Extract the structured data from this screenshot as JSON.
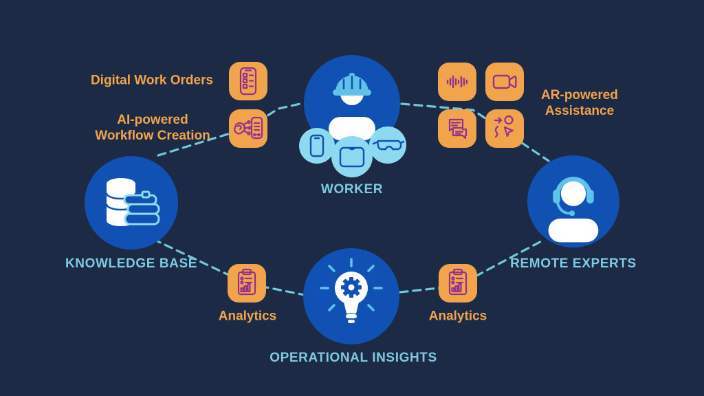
{
  "title": "Connected worker AR platform diagram",
  "colors": {
    "background": "#1d2a45",
    "node_blue": "#1251b4",
    "light_blue": "#8cd9f0",
    "hat_headset_blue": "#5fc3e9",
    "label_cyan": "#7fc9e3",
    "orange": "#f2a44c",
    "icon_purple": "#93328e",
    "connector_teal": "#70c8da",
    "white": "#ffffff"
  },
  "nodes": {
    "worker": {
      "label": "WORKER",
      "icon": "worker-hard-hat-icon"
    },
    "knowledge_base": {
      "label": "KNOWLEDGE BASE",
      "icon": "database-books-icon"
    },
    "remote_experts": {
      "label": "REMOTE EXPERTS",
      "icon": "support-agent-headset-icon"
    },
    "operational_insights": {
      "label": "OPERATIONAL INSIGHTS",
      "icon": "lightbulb-gear-icon"
    }
  },
  "worker_devices": [
    "smartphone-icon",
    "laptop-icon",
    "ar-glasses-icon"
  ],
  "features": {
    "digital_work_orders": {
      "label": "Digital Work Orders",
      "icon": "phone-checklist-icon"
    },
    "ai_workflow": {
      "label_line1": "AI-powered",
      "label_line2": "Workflow Creation",
      "icon": "ai-brain-phone-icon"
    },
    "ar_assistance": {
      "label_line1": "AR-powered",
      "label_line2": "Assistance",
      "icons": [
        "voice-waveform-icon",
        "video-camera-icon",
        "chat-bubbles-icon",
        "gesture-annotation-icon"
      ]
    },
    "analytics_left": {
      "label": "Analytics",
      "icon": "analytics-clipboard-icon"
    },
    "analytics_right": {
      "label": "Analytics",
      "icon": "analytics-clipboard-icon"
    }
  },
  "connectors": [
    "knowledge-base-to-worker",
    "worker-to-remote-experts",
    "knowledge-base-to-operational-insights",
    "operational-insights-to-remote-experts"
  ]
}
